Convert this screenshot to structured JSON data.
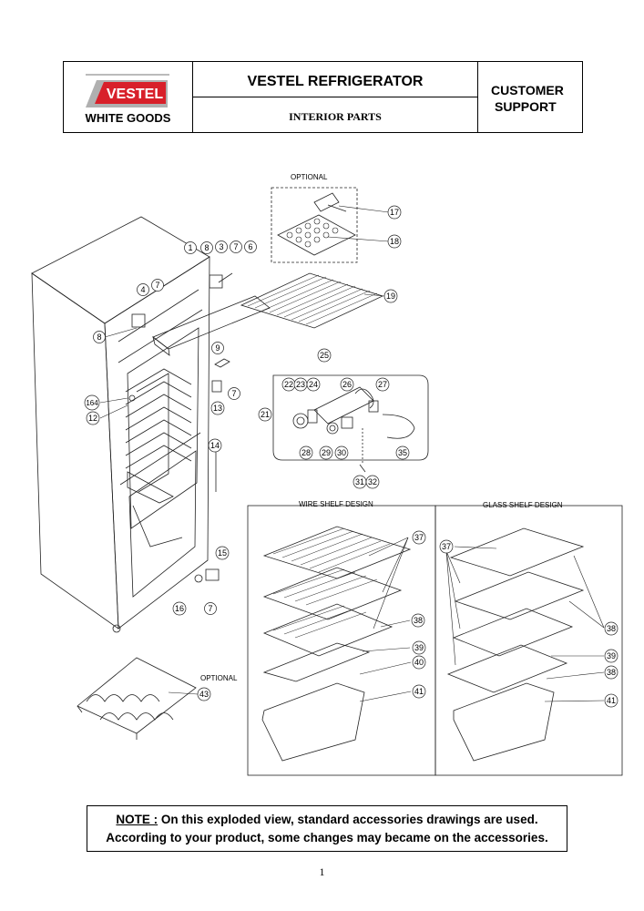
{
  "header": {
    "logo_text": "VESTEL",
    "brand_subtitle": "WHITE GOODS",
    "title": "VESTEL  REFRIGERATOR",
    "subtitle": "INTERIOR PARTS",
    "support_line1": "CUSTOMER",
    "support_line2": "SUPPORT",
    "logo_color": "#d8202a"
  },
  "labels": {
    "optional_top": "OPTIONAL",
    "optional_bottom": "OPTIONAL",
    "wire_shelf": "WIRE SHELF DESIGN",
    "glass_shelf": "GLASS SHELF DESIGN"
  },
  "callouts": [
    "1",
    "8",
    "3",
    "7",
    "6",
    "4",
    "7",
    "8",
    "9",
    "7",
    "13",
    "164",
    "12",
    "14",
    "15",
    "16",
    "7",
    "17",
    "18",
    "19",
    "25",
    "22",
    "23",
    "24",
    "26",
    "27",
    "21",
    "28",
    "29",
    "30",
    "35",
    "31",
    "32",
    "37",
    "38",
    "39",
    "40",
    "41",
    "37",
    "38",
    "39",
    "38",
    "41",
    "43"
  ],
  "note": {
    "lead": "NOTE :",
    "line1": "On this exploded view, standard accessories drawings are used.",
    "line2": "According to your product, some changes may became on the accessories."
  },
  "page_number": "1"
}
